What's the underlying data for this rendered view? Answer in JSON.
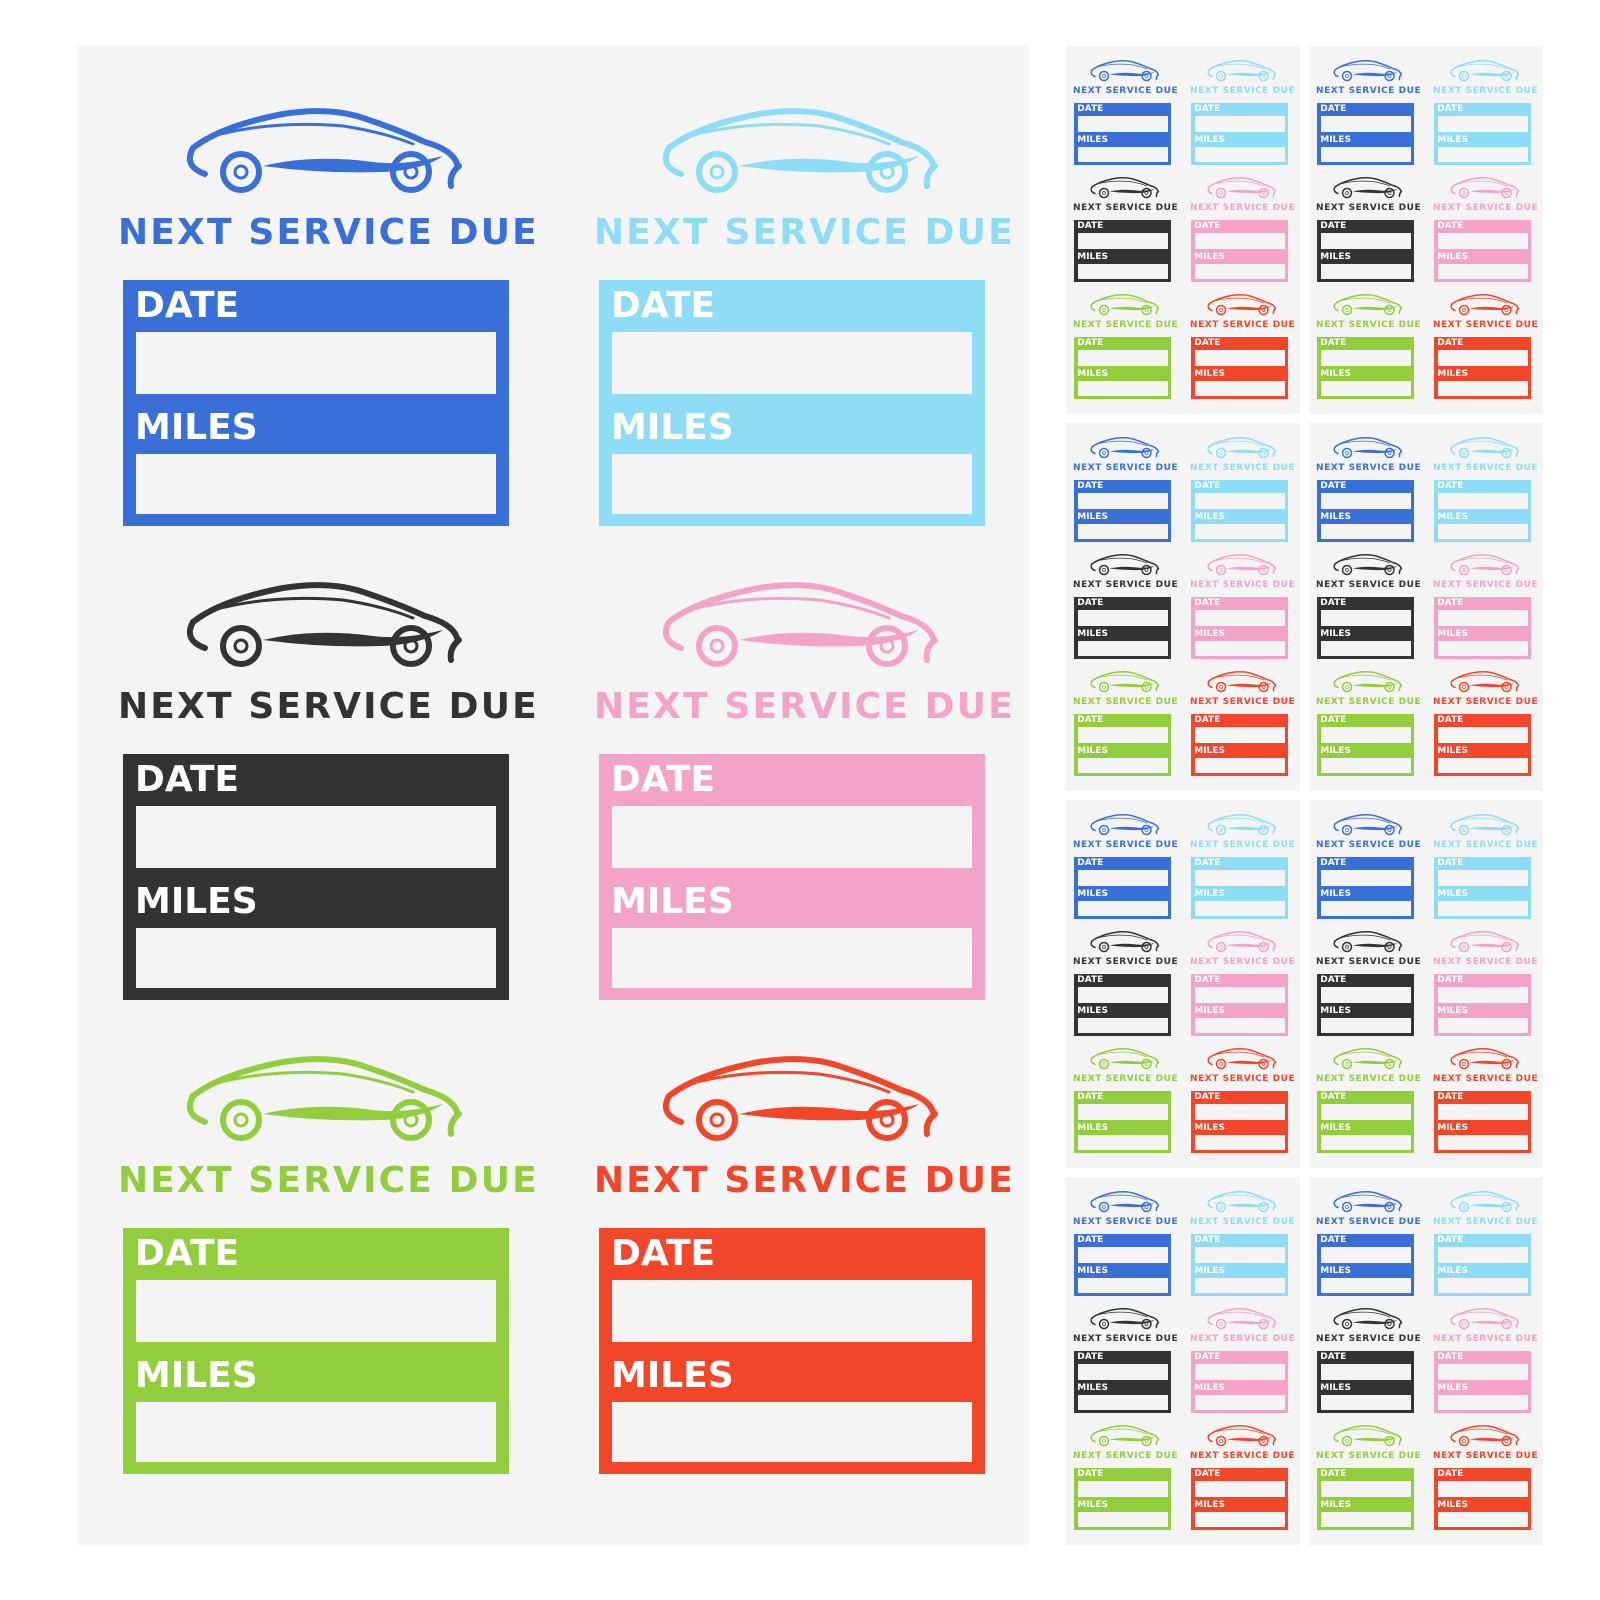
{
  "heading": "NEXT SERVICE DUE",
  "date_label": "DATE",
  "miles_label": "MILES",
  "car_icon": "sports-car-icon",
  "colors": {
    "blue": "#3a6fd8",
    "sky": "#8fdcf7",
    "black": "#333333",
    "pink": "#f3a3c6",
    "green": "#92cd3d",
    "red": "#f2462a"
  },
  "sticker_colors": [
    "blue",
    "sky",
    "black",
    "pink",
    "green",
    "red"
  ],
  "thumbnail_sheet_count": 8
}
